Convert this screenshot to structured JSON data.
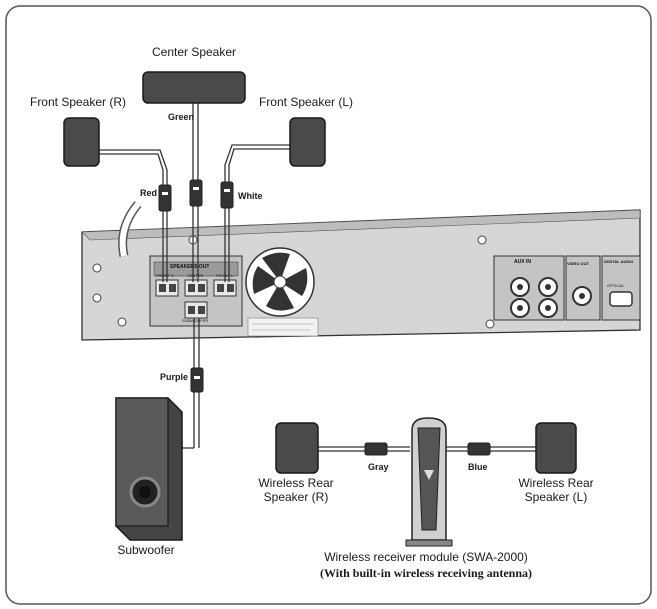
{
  "labels": {
    "center_speaker": "Center Speaker",
    "front_right": "Front Speaker (R)",
    "front_left": "Front Speaker (L)",
    "green": "Green",
    "red": "Red",
    "white": "White",
    "purple": "Purple",
    "gray": "Gray",
    "blue": "Blue",
    "subwoofer": "Subwoofer",
    "wireless_rear_r_line1": "Wireless Rear",
    "wireless_rear_r_line2": "Speaker (R)",
    "wireless_rear_l_line1": "Wireless Rear",
    "wireless_rear_l_line2": "Speaker (L)",
    "receiver_module": "Wireless receiver module (SWA-2000)",
    "receiver_note": "(With built-in wireless receiving antenna)"
  },
  "panel": {
    "speakers_out": "SPEAKERS OUT",
    "front_r": "FRONT R",
    "center": "CENTER",
    "front_l": "FRONT L",
    "subwoofer": "SUBWOOFER",
    "aux_in": "AUX IN",
    "video_out": "VIDEO OUT",
    "digital_audio": "DIGITAL AUDIO",
    "optical": "OPTICAL"
  },
  "colors": {
    "device": "#4a4a4a",
    "panel": "#d8d8d8",
    "border": "#333333"
  }
}
